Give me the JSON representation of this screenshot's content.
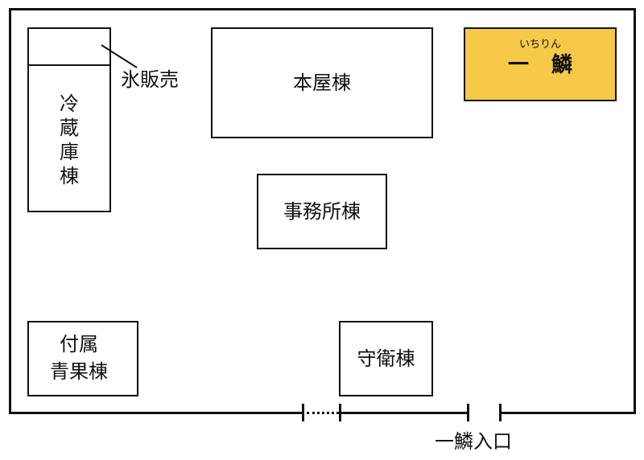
{
  "map": {
    "buildings": {
      "honya": "本屋棟",
      "jimusho": "事務所棟",
      "reizoko": [
        "冷",
        "蔵",
        "庫",
        "棟"
      ],
      "fuzoku": [
        "付属",
        "青果棟"
      ],
      "shuei": "守衛棟",
      "ichirin": {
        "ruby": "いちりん",
        "name": "一鱗"
      }
    },
    "labels": {
      "hyohanbai": "氷販売",
      "entrance": "一鱗入口"
    },
    "colors": {
      "highlight": "#f7c948",
      "line": "#111111"
    }
  }
}
